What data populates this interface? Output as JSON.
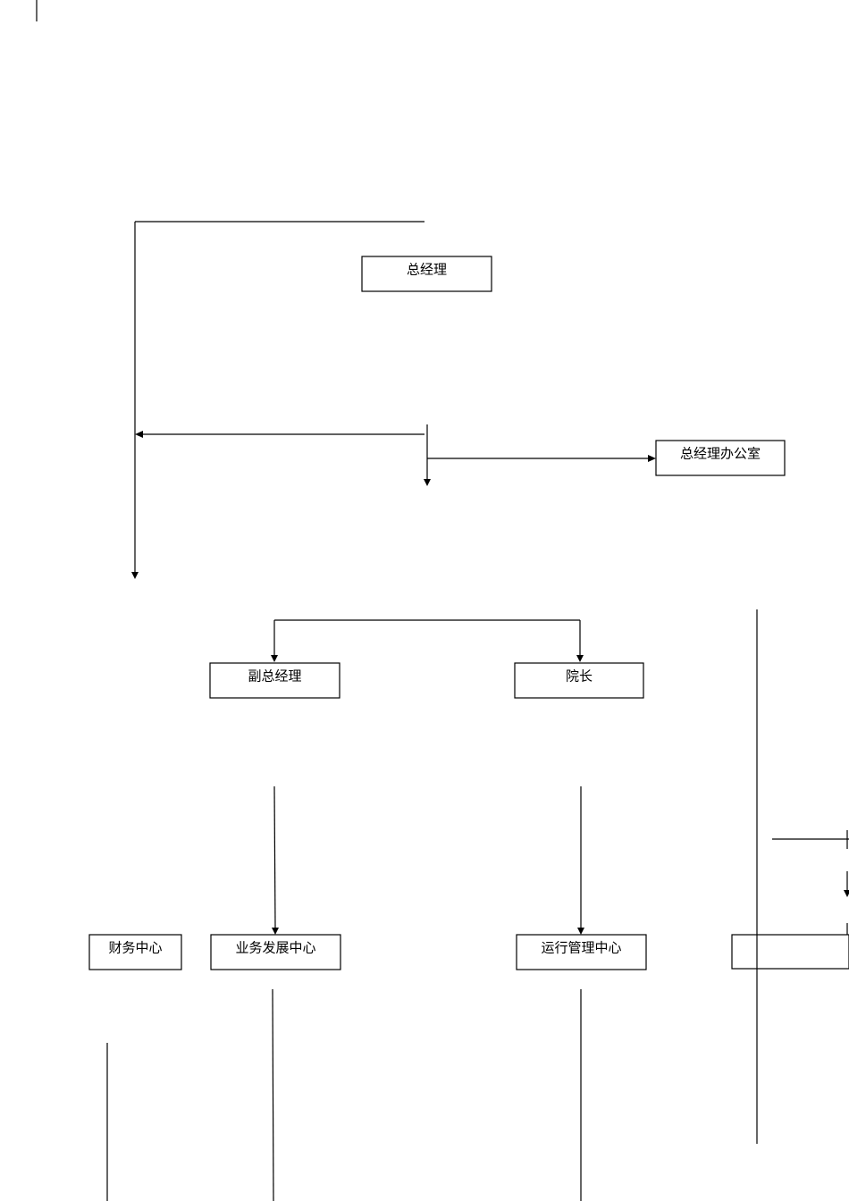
{
  "org_chart": {
    "nodes": {
      "general_manager": "总经理",
      "gm_office": "总经理办公室",
      "deputy_gm": "副总经理",
      "dean": "院长",
      "finance_center": "财务中心",
      "business_dev_center": "业务发展中心",
      "operations_center": "运行管理中心",
      "unlabeled_box": ""
    }
  }
}
